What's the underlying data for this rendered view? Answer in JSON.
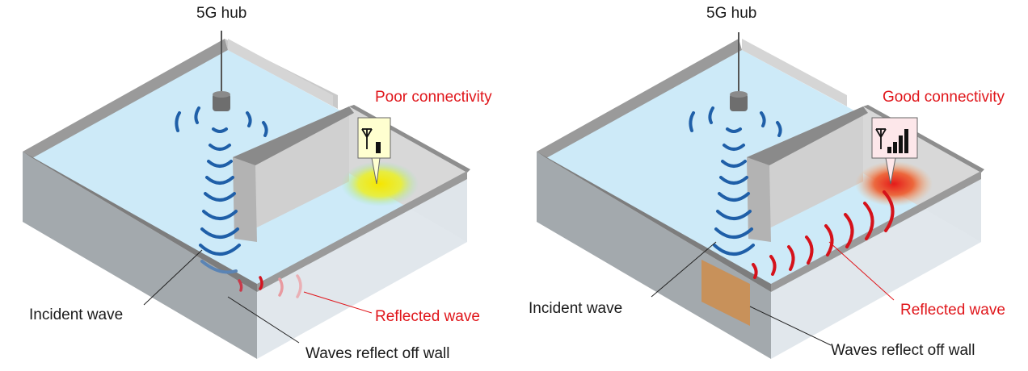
{
  "left_panel": {
    "hub_label": "5G hub",
    "status_label": "Poor connectivity",
    "incident_label": "Incident wave",
    "reflected_label": "Reflected wave",
    "wall_label": "Waves reflect off wall",
    "signal_bars": 1
  },
  "right_panel": {
    "hub_label": "5G hub",
    "status_label": "Good connectivity",
    "incident_label": "Incident wave",
    "reflected_label": "Reflected wave",
    "wall_label": "Waves reflect off wall",
    "signal_bars": 4
  },
  "icons": [
    "antenna-icon",
    "signal-bars-icon"
  ],
  "colors": {
    "floor": "#cdeaf8",
    "wall_top": "#8d8d8d",
    "wall_dark": "#9aa1a6",
    "wave_blue": "#1f5fa8",
    "wave_red": "#d5121b",
    "label_red": "#e0161b",
    "reflector": "#c8915a"
  }
}
